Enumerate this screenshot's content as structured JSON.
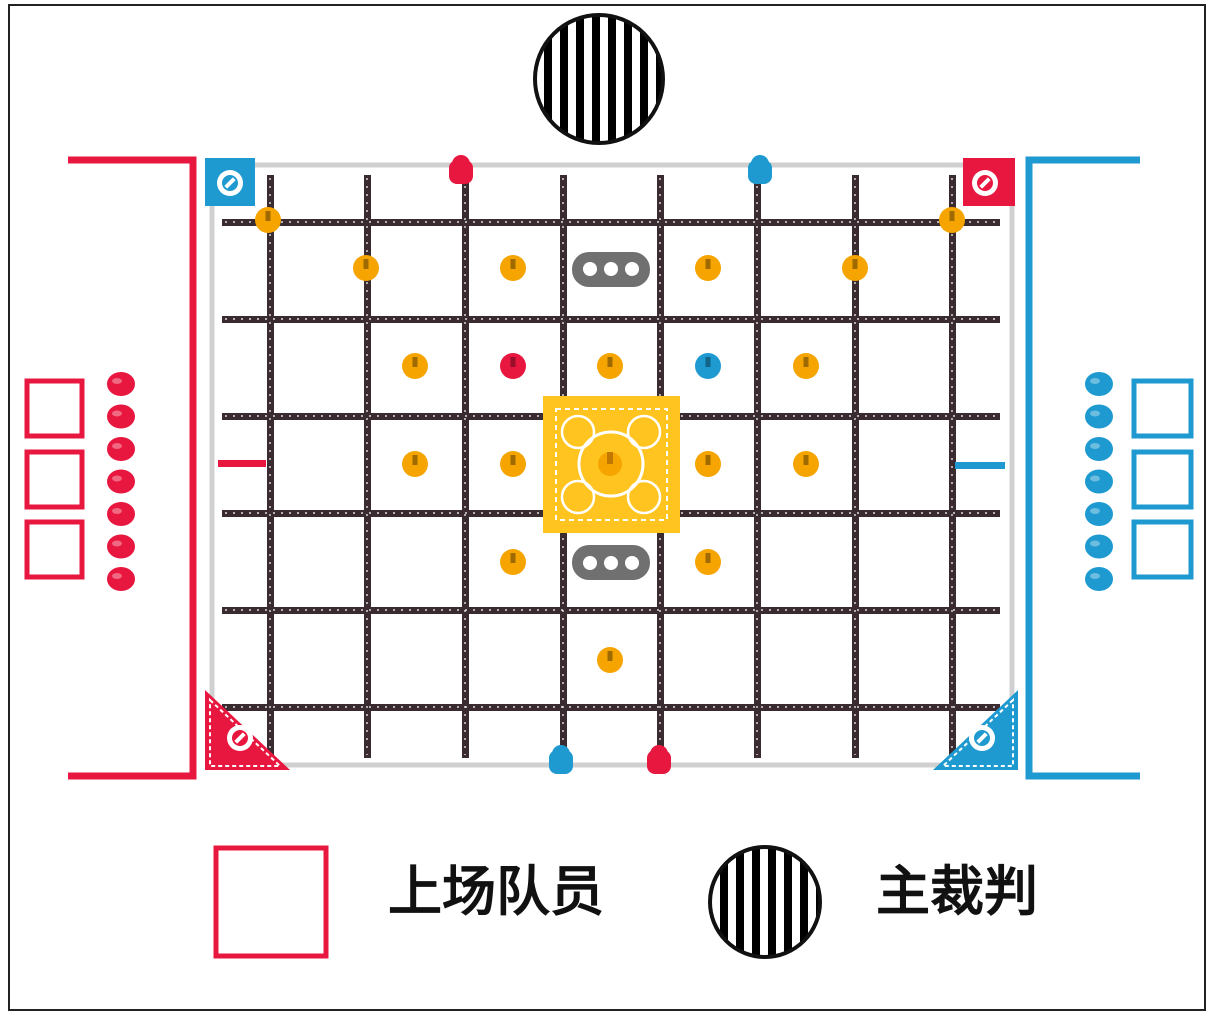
{
  "colors": {
    "red": "#e8173f",
    "blue": "#1e9ad0",
    "gold": "#f5a400",
    "grid": "#3a2b30",
    "gray": "#707070",
    "center_goal": "#ffc41f"
  },
  "field": {
    "rows": 6,
    "cols": 8,
    "center_goal_icon": "center-goal-plate",
    "mobile_goal_icon": "gray-triple-goal"
  },
  "referee_icon": "striped-circle-icon",
  "red_side": {
    "driver_stations": 3,
    "preload_rings": 7
  },
  "blue_side": {
    "driver_stations": 3,
    "preload_rings": 7
  },
  "legend": {
    "on_field_label": "上场队员",
    "referee_label": "主裁判"
  }
}
